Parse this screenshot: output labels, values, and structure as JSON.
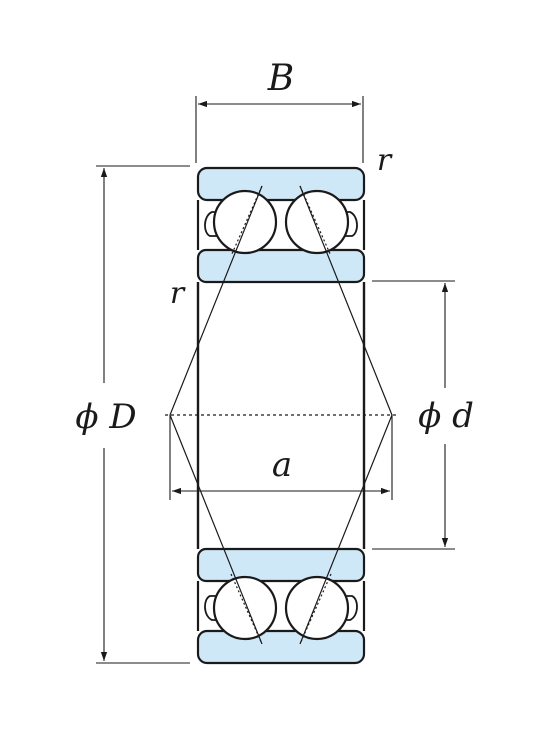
{
  "labels": {
    "width": "B",
    "chamfer_top": "r",
    "chamfer_inner": "r",
    "outer_diameter": "ϕ D",
    "bore_diameter": "ϕ d",
    "load_center": "a"
  },
  "colors": {
    "ring_fill": "#cfe8f7",
    "line": "#1a1a1a",
    "background": "#ffffff"
  }
}
